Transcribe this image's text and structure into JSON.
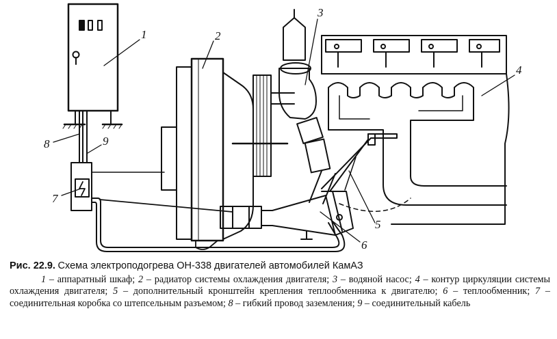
{
  "figure": {
    "callouts": [
      "1",
      "2",
      "3",
      "4",
      "5",
      "6",
      "7",
      "8",
      "9"
    ]
  },
  "caption": {
    "prefix": "Рис. 22.9.",
    "title": "Схема электроподогрева ОН-338 двигателей автомобилей КамАЗ",
    "legend": [
      {
        "num": "1",
        "text": " – аппаратный шкаф; "
      },
      {
        "num": "2",
        "text": " – радиатор системы охлаждения двигателя; "
      },
      {
        "num": "3",
        "text": " – водяной насос; "
      },
      {
        "num": "4",
        "text": " – контур циркуляции системы охлаждения двигателя; "
      },
      {
        "num": "5",
        "text": " – дополнительный кронштейн крепления теплообменника к двигателю; "
      },
      {
        "num": "6",
        "text": " – теплообменник; "
      },
      {
        "num": "7",
        "text": " – соединительная коробка со штепсельным разъемом; "
      },
      {
        "num": "8",
        "text": " – гибкий провод заземления; "
      },
      {
        "num": "9",
        "text": " – соединительный кабель"
      }
    ]
  }
}
